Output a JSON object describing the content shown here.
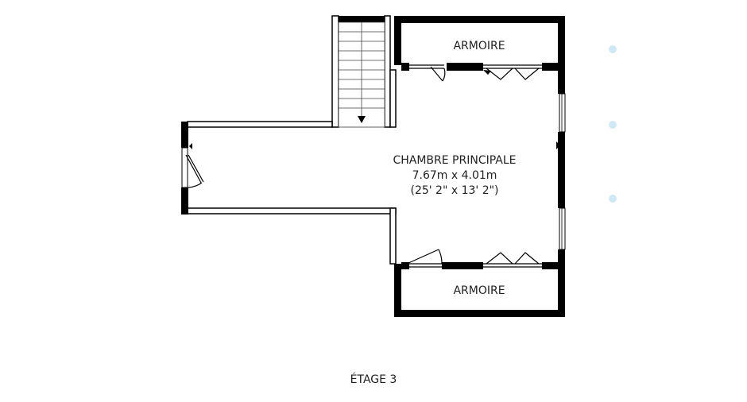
{
  "rooms": {
    "armoire_top": "ARMOIRE",
    "main_name": "CHAMBRE PRINCIPALE",
    "main_metric": "7.67m x 4.01m",
    "main_imperial": "(25' 2\" x 13' 2\")",
    "armoire_bottom": "ARMOIRE"
  },
  "floor": {
    "label": "ÉTAGE 3"
  },
  "colors": {
    "wall": "#000000",
    "line": "#333333",
    "marker": "#9ecfe6"
  },
  "icons": [
    "stair-arrow-icon",
    "camera-marker-icon"
  ]
}
